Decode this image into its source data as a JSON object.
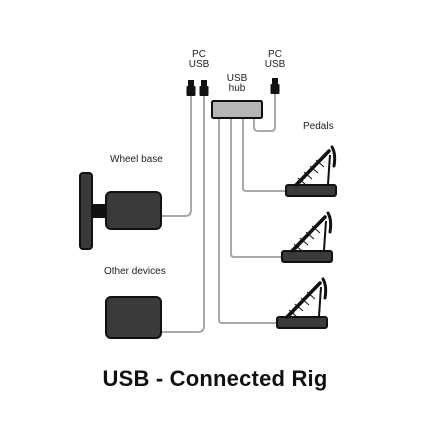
{
  "labels": {
    "pc_usb_left": "PC\nUSB",
    "pc_usb_right": "PC\nUSB",
    "usb_hub": "USB\nhub",
    "pedals": "Pedals",
    "wheel_base": "Wheel base",
    "other_devices": "Other devices"
  },
  "title": "USB - Connected Rig",
  "colors": {
    "wire": "#a8a8a8",
    "device_fill": "#3a3a3a",
    "device_outline": "#111111",
    "hub_fill": "#b5b5b5",
    "plug": "#111111",
    "text": "#222222"
  },
  "icons": [
    "usb-plug-icon",
    "usb-hub-icon",
    "wheel-base-icon",
    "pedal-icon",
    "other-device-icon"
  ]
}
